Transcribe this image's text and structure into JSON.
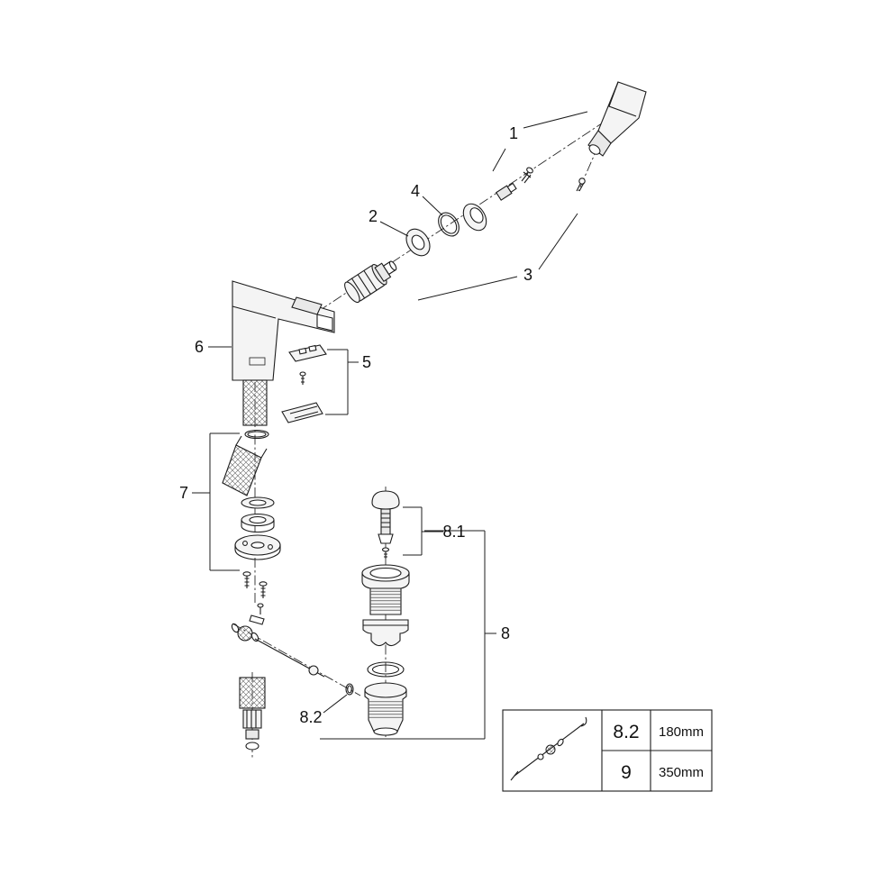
{
  "diagram": {
    "type": "faucet-exploded-parts-diagram",
    "background": "#ffffff",
    "line_color": "#1c1c1c"
  },
  "callouts": {
    "part1": "1",
    "part2": "2",
    "part3": "3",
    "part4": "4",
    "part5": "5",
    "part6": "6",
    "part7": "7",
    "part8": "8",
    "part8_1": "8.1",
    "part8_2": "8.2"
  },
  "size_table": {
    "rows": [
      {
        "part": "8.2",
        "size": "180mm"
      },
      {
        "part": "9",
        "size": "350mm"
      }
    ]
  }
}
